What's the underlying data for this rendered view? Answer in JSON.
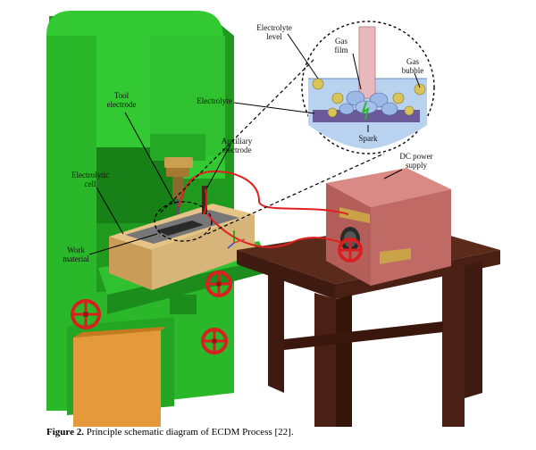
{
  "labels": {
    "electrolyte_level": "Electrolyte\nlevel",
    "gas_film": "Gas\nfilm",
    "gas_bubble": "Gas\nbubble",
    "electrolyte": "Electrolyte",
    "spark": "Spark",
    "tool_electrode": "Tool\nelectrode",
    "auxiliary_electrode": "Auxiliary\nelectrode",
    "dc_power_supply": "DC power\nsupply",
    "electrolytic_cell": "Electrolytic\ncell",
    "work_material": "Work\nmaterial"
  },
  "caption": {
    "prefix": "Figure 2.",
    "text": " Principle schematic diagram of ECDM Process [22]."
  },
  "colors": {
    "machine_green": "#2dbd2d",
    "machine_green_dark": "#1e8f1e",
    "table_brown": "#4a1f14",
    "power_box": "#c06a66",
    "cell_tan": "#d7b47a",
    "base_orange": "#e49a3a",
    "wheel_red": "#d82020",
    "wire_red": "#e02020"
  }
}
